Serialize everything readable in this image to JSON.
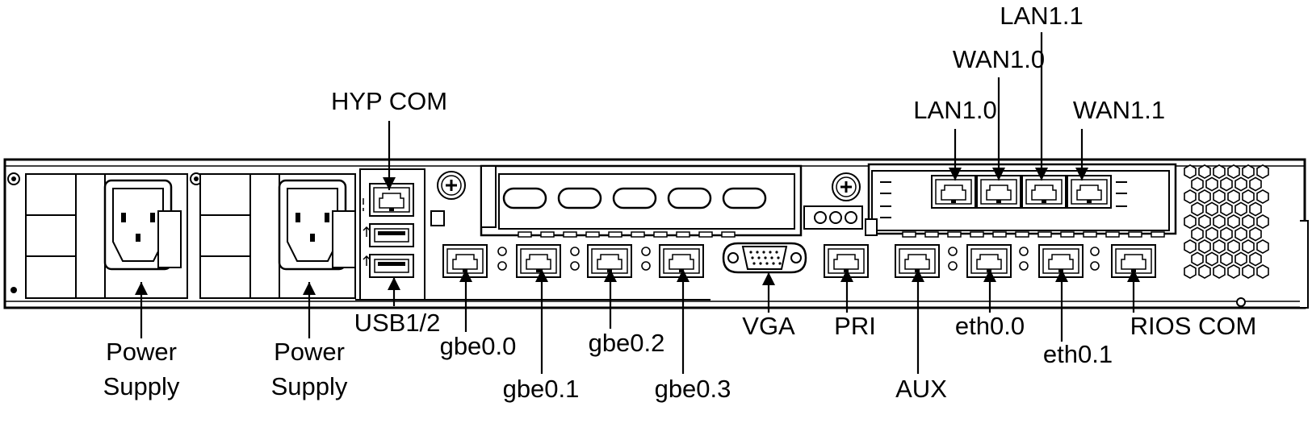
{
  "figure": {
    "labels": {
      "hyp_com": "HYP COM",
      "lan1_0": "LAN1.0",
      "wan1_0": "WAN1.0",
      "lan1_1": "LAN1.1",
      "wan1_1": "WAN1.1",
      "power_supply_1_line1": "Power",
      "power_supply_1_line2": "Supply",
      "power_supply_2_line1": "Power",
      "power_supply_2_line2": "Supply",
      "usb": "USB1/2",
      "gbe0_0": "gbe0.0",
      "gbe0_1": "gbe0.1",
      "gbe0_2": "gbe0.2",
      "gbe0_3": "gbe0.3",
      "vga": "VGA",
      "pri": "PRI",
      "aux": "AUX",
      "eth0_0": "eth0.0",
      "eth0_1": "eth0.1",
      "rios_com": "RIOS COM"
    },
    "colors": {
      "line": "#000000",
      "background": "#ffffff"
    }
  }
}
